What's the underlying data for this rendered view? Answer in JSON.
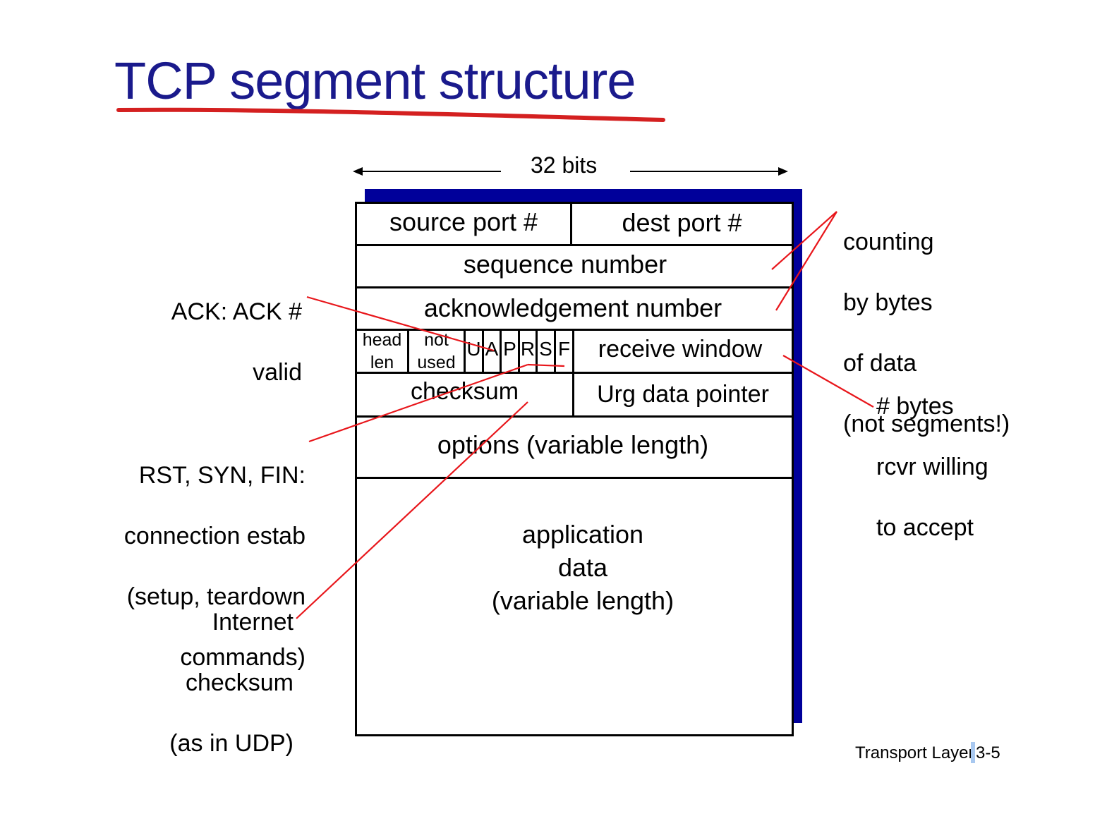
{
  "title": "TCP segment structure",
  "width_label": "32 bits",
  "segment": {
    "row1": {
      "left": "source port #",
      "right": "dest port #"
    },
    "row2": "sequence number",
    "row3": "acknowledgement number",
    "row4": {
      "head_len": [
        "head",
        "len"
      ],
      "not_used": [
        "not",
        "used"
      ],
      "flags": [
        "U",
        "A",
        "P",
        "R",
        "S",
        "F"
      ],
      "window": "receive window"
    },
    "row5": {
      "left": "checksum",
      "right": "Urg data pointer"
    },
    "row6": "options (variable length)",
    "data": [
      "application",
      "data",
      "(variable length)"
    ]
  },
  "annotations": {
    "ack": [
      "ACK: ACK #",
      "valid"
    ],
    "rst": [
      "RST, SYN, FIN:",
      "connection estab",
      "(setup, teardown",
      "commands)"
    ],
    "checksum": [
      "Internet",
      "checksum",
      "(as in UDP)"
    ],
    "counting": [
      "counting",
      "by bytes",
      "of data",
      "(not segments!)"
    ],
    "bytes": [
      "# bytes",
      "rcvr willing",
      "to accept"
    ]
  },
  "footer": {
    "label": "Transport Layer",
    "page": "3-5"
  },
  "colors": {
    "title": "#1a1a8c",
    "underline": "#d42020",
    "shadow": "#00009a",
    "callout": "#e8161b"
  }
}
